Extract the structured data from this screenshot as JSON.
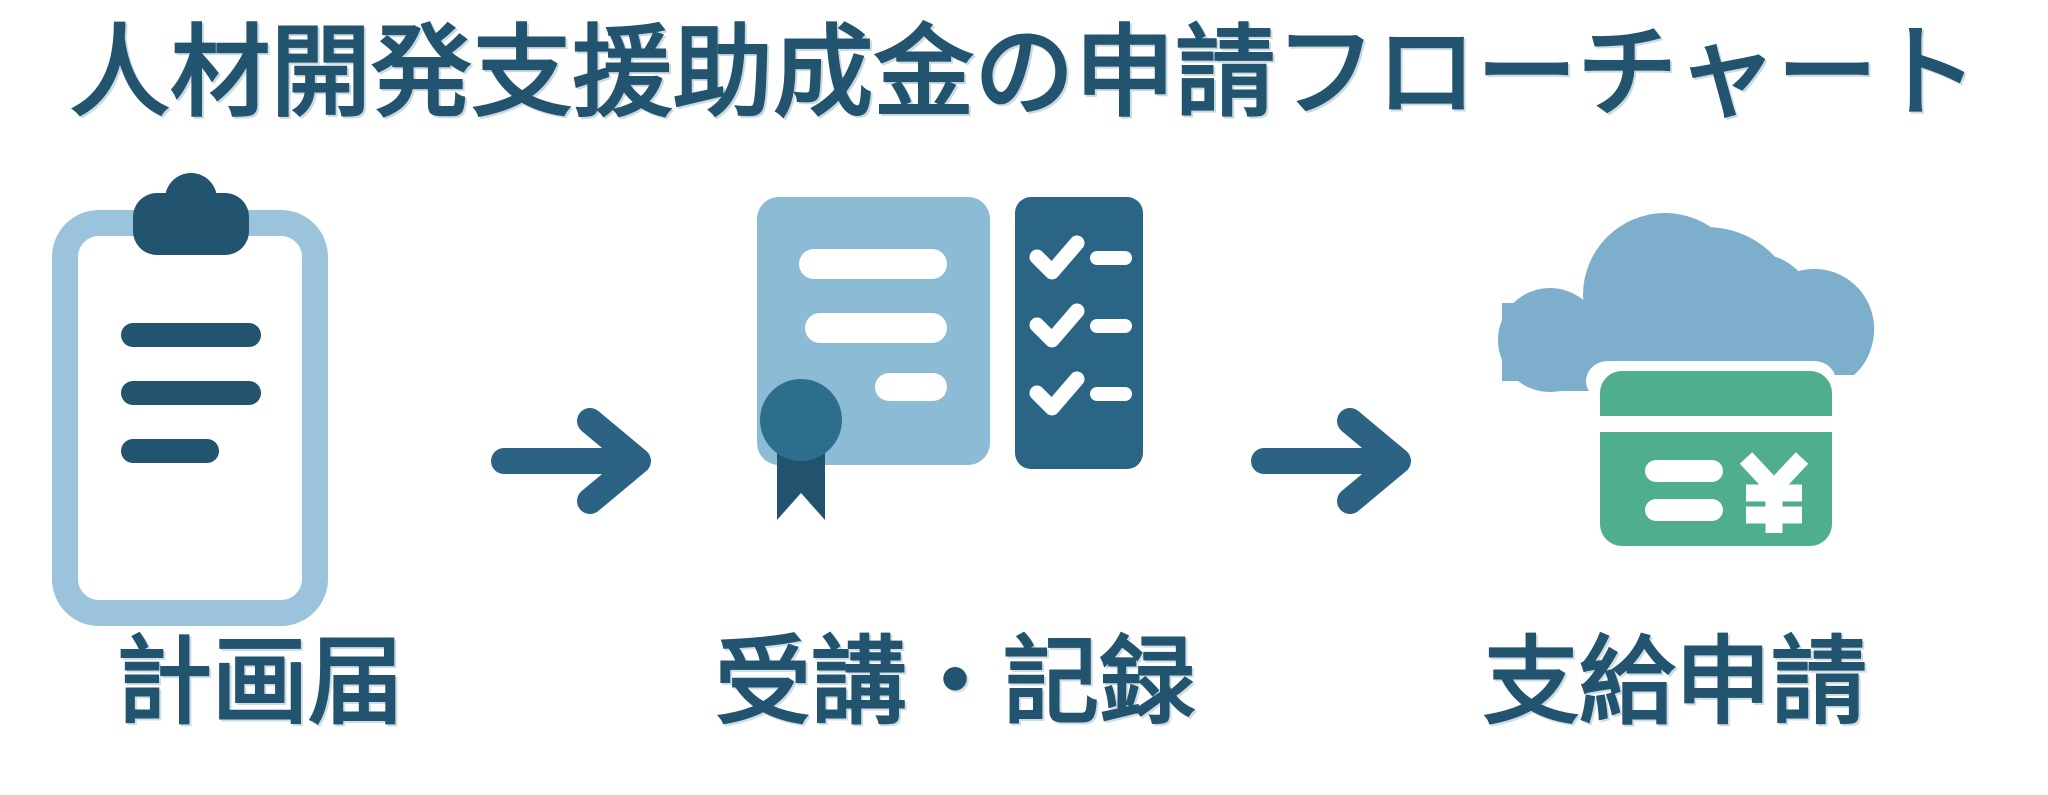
{
  "page": {
    "title": "人材開発支援助成金の申請フローチャート",
    "background_color": "#ffffff",
    "text_color": "#22536f"
  },
  "palette": {
    "navy": "#22536f",
    "dark_teal": "#2a6585",
    "mid_teal": "#2d6e8c",
    "steel_blue": "#2c6384",
    "light_blue": "#8cbbd6",
    "pale_blue": "#9cc3dc",
    "cloud_blue": "#7daecb",
    "green": "#4fae8c",
    "white": "#ffffff"
  },
  "flow": {
    "steps": [
      {
        "id": "plan",
        "label": "計画届",
        "icon": "clipboard-icon",
        "icon_parts": [
          "clipboard-board",
          "clipboard-clip",
          "clipboard-line-1",
          "clipboard-line-2",
          "clipboard-line-3"
        ],
        "colors": {
          "board": "#9cc3dc",
          "clip": "#22536f",
          "lines": "#22536f",
          "paper": "#ffffff"
        }
      },
      {
        "id": "attend-record",
        "label": "受講・記録",
        "icon": "certificate-checklist-icon",
        "icon_parts": [
          "certificate-panel",
          "certificate-line-1",
          "certificate-line-2",
          "certificate-line-3",
          "certificate-seal",
          "certificate-ribbon",
          "checklist-panel",
          "check-mark-1",
          "check-mark-2",
          "check-mark-3",
          "checklist-line-1",
          "checklist-line-2",
          "checklist-line-3"
        ],
        "colors": {
          "certificate": "#8cbbd6",
          "seal": "#2d6e8c",
          "ribbon": "#21536e",
          "checklist": "#2a6585",
          "marks": "#ffffff"
        }
      },
      {
        "id": "payment-request",
        "label": "支給申請",
        "icon": "cloud-payment-icon",
        "icon_parts": [
          "cloud-shape",
          "payment-card",
          "card-stripe",
          "card-line-1",
          "card-line-2",
          "yen-symbol"
        ],
        "colors": {
          "cloud": "#7daecb",
          "card": "#4fae8c",
          "marks": "#ffffff"
        },
        "currency_symbol": "¥"
      }
    ],
    "arrows": [
      {
        "id": "arrow-1",
        "from": "計画届",
        "to": "受講・記録",
        "direction": "right",
        "color": "#2c6384"
      },
      {
        "id": "arrow-2",
        "from": "受講・記録",
        "to": "支給申請",
        "direction": "right",
        "color": "#2c6384"
      }
    ]
  }
}
